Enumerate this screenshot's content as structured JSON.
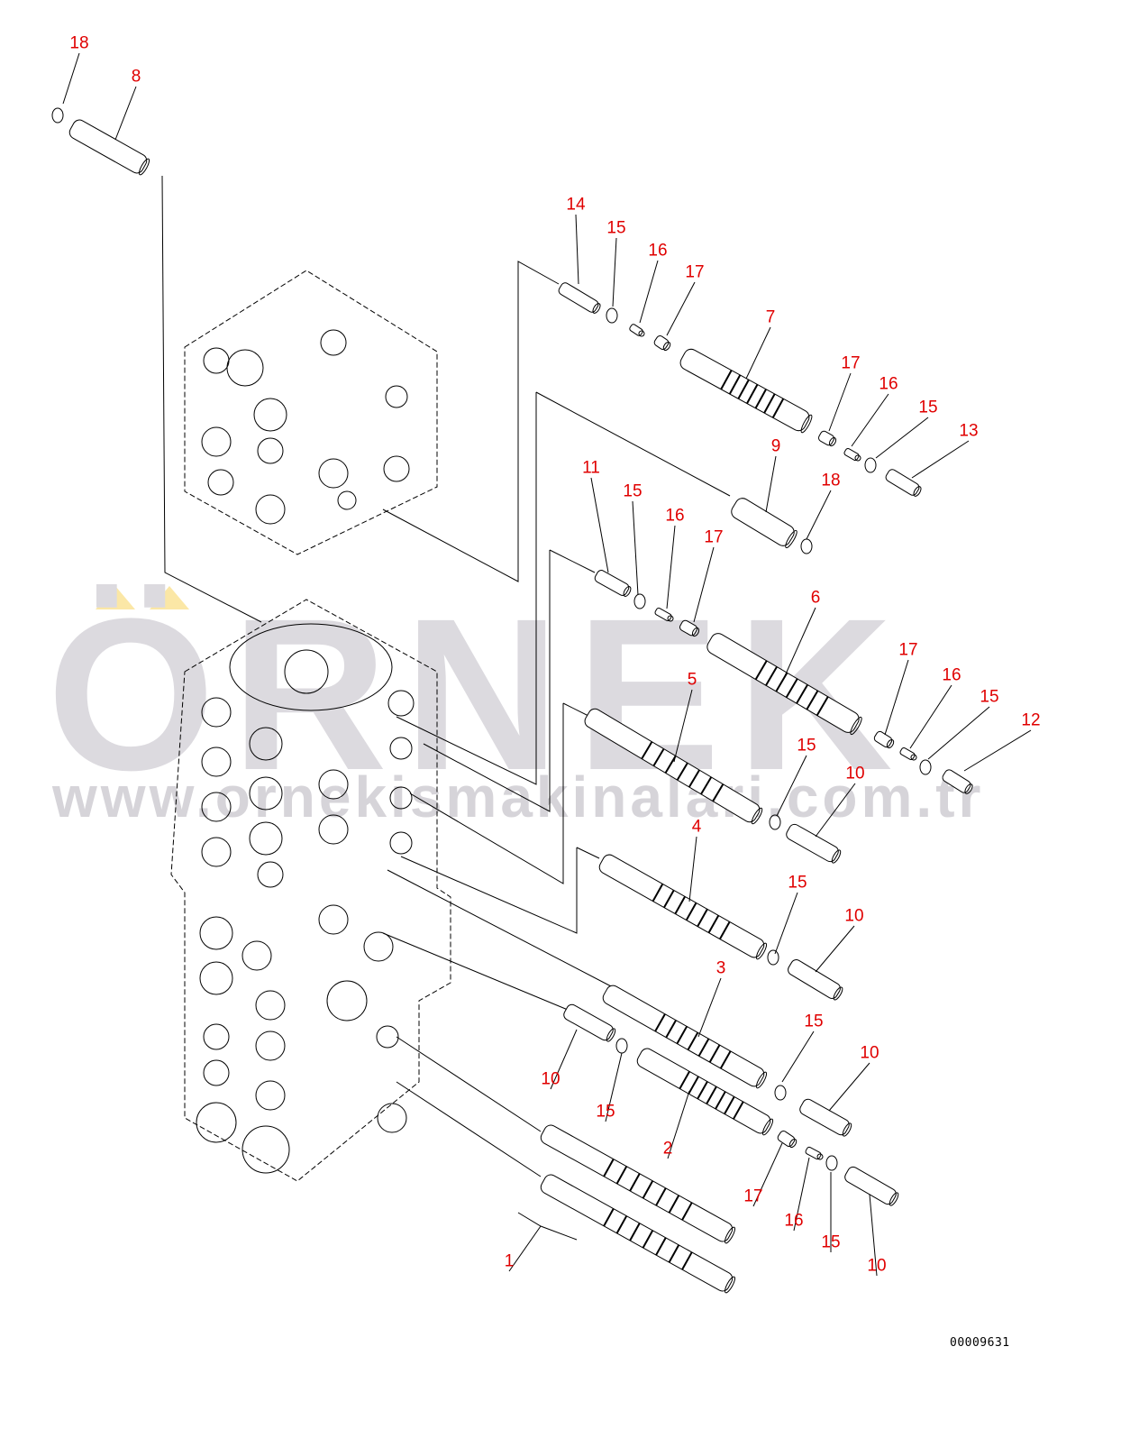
{
  "watermark": {
    "brand": "ÖRNEK",
    "url": "www.ornekismakinalari.com.tr",
    "brand_color": "#dcdadf",
    "accent_color": "#fbe7a6"
  },
  "diagram": {
    "drawing_code": "00009631",
    "label_color": "#e00000",
    "callouts": [
      "18",
      "8",
      "14",
      "15",
      "16",
      "17",
      "7",
      "17",
      "16",
      "15",
      "13",
      "9",
      "18",
      "11",
      "15",
      "16",
      "17",
      "6",
      "17",
      "16",
      "15",
      "12",
      "5",
      "15",
      "10",
      "4",
      "15",
      "10",
      "3",
      "15",
      "10",
      "10",
      "15",
      "2",
      "17",
      "16",
      "15",
      "10",
      "1"
    ]
  }
}
